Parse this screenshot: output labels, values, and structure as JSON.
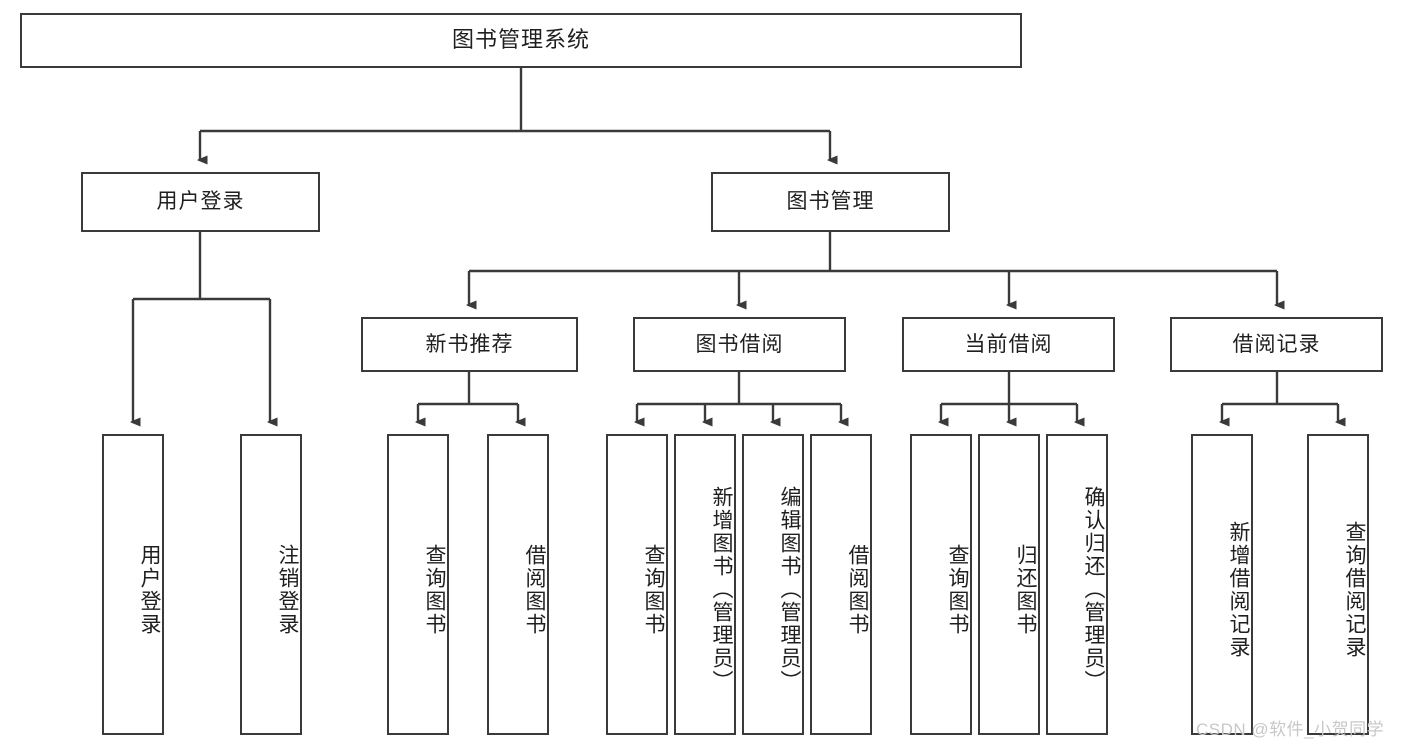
{
  "diagram": {
    "title": "图书管理系统",
    "background_color": "#ffffff",
    "line_color": "#3a3a3a",
    "text_color": "#1f1f1f",
    "watermark": "CSDN @软件_小贺同学",
    "watermark_color": "#c8c8c8"
  },
  "nodes": {
    "root": {
      "label": "图书管理系统",
      "level": 1
    },
    "l2": [
      {
        "id": "user-login",
        "label": "用户登录",
        "level": 2
      },
      {
        "id": "book-management",
        "label": "图书管理",
        "level": 2
      }
    ],
    "l3": [
      {
        "id": "new-book-recommend",
        "label": "新书推荐",
        "level": 3,
        "parent": "book-management"
      },
      {
        "id": "book-borrow",
        "label": "图书借阅",
        "level": 3,
        "parent": "book-management"
      },
      {
        "id": "current-borrow",
        "label": "当前借阅",
        "level": 3,
        "parent": "book-management"
      },
      {
        "id": "borrow-record",
        "label": "借阅记录",
        "level": 3,
        "parent": "book-management"
      }
    ],
    "leaves": [
      {
        "id": "leaf-user-login",
        "label": "用户登录",
        "parent": "user-login"
      },
      {
        "id": "leaf-user-logout",
        "label": "注销登录",
        "parent": "user-login"
      },
      {
        "id": "leaf-query-book-rec",
        "label": "查询图书",
        "parent": "new-book-recommend"
      },
      {
        "id": "leaf-borrow-book-rec",
        "label": "借阅图书",
        "parent": "new-book-recommend"
      },
      {
        "id": "leaf-query-book-borrow",
        "label": "查询图书",
        "parent": "book-borrow"
      },
      {
        "id": "leaf-add-book",
        "label": "新增图书（管理员）",
        "parent": "book-borrow"
      },
      {
        "id": "leaf-edit-book",
        "label": "编辑图书（管理员）",
        "parent": "book-borrow"
      },
      {
        "id": "leaf-borrow-book",
        "label": "借阅图书",
        "parent": "book-borrow"
      },
      {
        "id": "leaf-query-book-cur",
        "label": "查询图书",
        "parent": "current-borrow"
      },
      {
        "id": "leaf-return-book",
        "label": "归还图书",
        "parent": "current-borrow"
      },
      {
        "id": "leaf-confirm-return",
        "label": "确认归还（管理员）",
        "parent": "current-borrow"
      },
      {
        "id": "leaf-add-record",
        "label": "新增借阅记录",
        "parent": "borrow-record"
      },
      {
        "id": "leaf-query-record",
        "label": "查询借阅记录",
        "parent": "borrow-record"
      }
    ]
  }
}
